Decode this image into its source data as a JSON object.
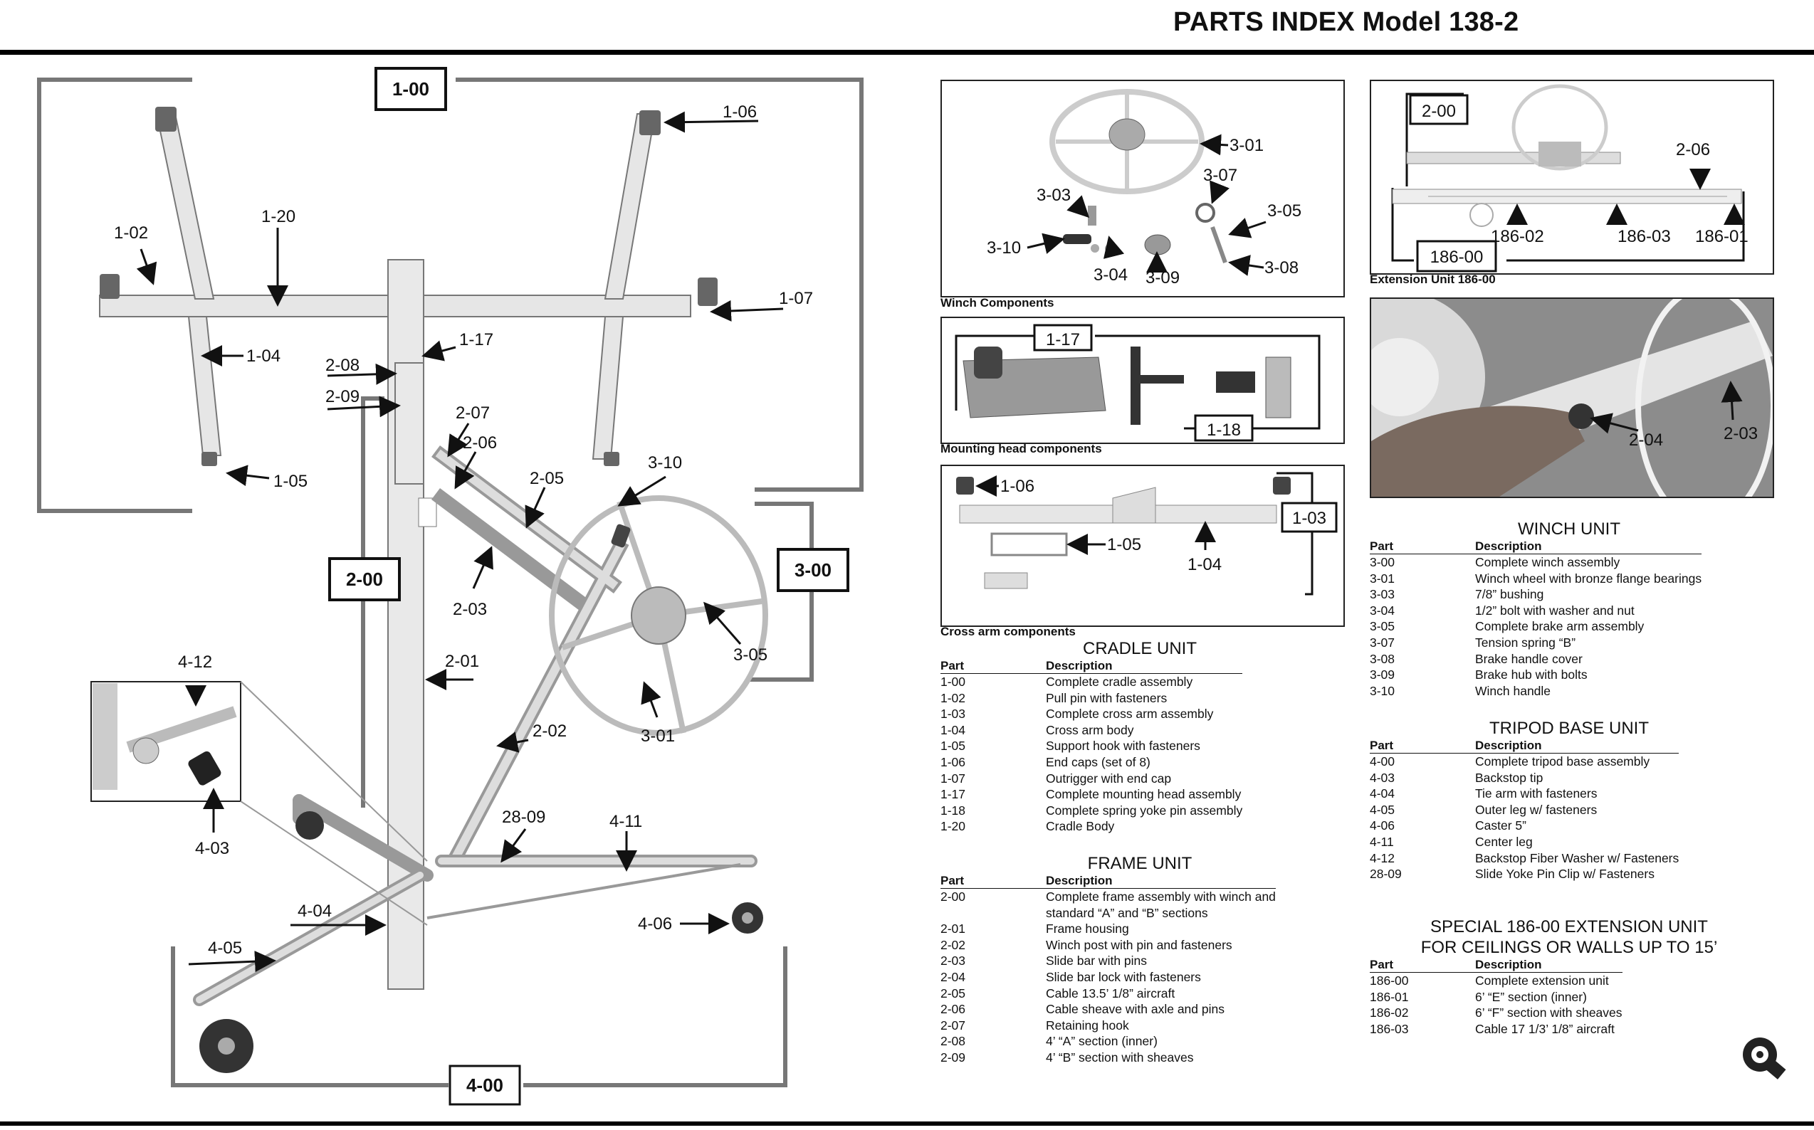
{
  "header": {
    "title": "PARTS INDEX Model 138-2"
  },
  "assembly": {
    "group_boxes": [
      "1-00",
      "2-00",
      "3-00",
      "4-00"
    ],
    "callouts": [
      "1-06",
      "1-20",
      "1-02",
      "1-07",
      "1-04",
      "1-17",
      "2-08",
      "2-09",
      "2-07",
      "2-06",
      "1-05",
      "2-05",
      "3-10",
      "2-03",
      "2-01",
      "3-05",
      "3-01",
      "2-02",
      "4-12",
      "4-03",
      "28-09",
      "4-11",
      "4-04",
      "4-06",
      "4-05"
    ]
  },
  "panels": {
    "winch": {
      "caption": "Winch Components",
      "callouts": [
        "3-01",
        "3-03",
        "3-07",
        "3-05",
        "3-10",
        "3-04",
        "3-09",
        "3-08"
      ]
    },
    "extension": {
      "caption": "Extension Unit 186-00",
      "callouts": [
        "2-00",
        "2-06",
        "186-02",
        "186-03",
        "186-01",
        "186-00"
      ]
    },
    "mounting": {
      "caption": "Mounting head components",
      "callouts": [
        "1-17",
        "1-18"
      ]
    },
    "detail": {
      "callouts": [
        "2-04",
        "2-03"
      ]
    },
    "crossarm": {
      "caption": "Cross arm components",
      "callouts": [
        "1-06",
        "1-05",
        "1-04",
        "1-03"
      ]
    }
  },
  "table_headers": {
    "part": "Part",
    "description": "Description"
  },
  "cradle_unit": {
    "title": "CRADLE UNIT",
    "rows": [
      [
        "1-00",
        "Complete cradle assembly"
      ],
      [
        "1-02",
        "Pull pin with fasteners"
      ],
      [
        "1-03",
        "Complete cross arm assembly"
      ],
      [
        "1-04",
        "Cross arm body"
      ],
      [
        "1-05",
        "Support hook with fasteners"
      ],
      [
        "1-06",
        "End caps (set of 8)"
      ],
      [
        "1-07",
        "Outrigger with end cap"
      ],
      [
        "1-17",
        "Complete mounting head assembly"
      ],
      [
        "1-18",
        "Complete spring yoke pin assembly"
      ],
      [
        "1-20",
        "Cradle Body"
      ]
    ]
  },
  "frame_unit": {
    "title": "FRAME UNIT",
    "rows": [
      [
        "2-00",
        "Complete frame assembly with winch and"
      ],
      [
        "",
        "standard “A” and “B” sections"
      ],
      [
        "2-01",
        "Frame housing"
      ],
      [
        "2-02",
        "Winch post with pin and fasteners"
      ],
      [
        "2-03",
        "Slide bar with pins"
      ],
      [
        "2-04",
        "Slide bar lock with fasteners"
      ],
      [
        "2-05",
        "Cable 13.5’ 1/8” aircraft"
      ],
      [
        "2-06",
        "Cable sheave with axle and pins"
      ],
      [
        "2-07",
        "Retaining hook"
      ],
      [
        "2-08",
        "4’ “A” section (inner)"
      ],
      [
        "2-09",
        "4’ “B” section with sheaves"
      ]
    ]
  },
  "winch_unit": {
    "title": "WINCH UNIT",
    "rows": [
      [
        "3-00",
        "Complete winch assembly"
      ],
      [
        "3-01",
        "Winch wheel with bronze flange bearings"
      ],
      [
        "3-03",
        "7/8” bushing"
      ],
      [
        "3-04",
        "1/2” bolt with washer and nut"
      ],
      [
        "3-05",
        "Complete brake arm assembly"
      ],
      [
        "3-07",
        "Tension spring “B”"
      ],
      [
        "3-08",
        "Brake handle cover"
      ],
      [
        "3-09",
        "Brake hub with bolts"
      ],
      [
        "3-10",
        "Winch handle"
      ]
    ]
  },
  "tripod_base_unit": {
    "title": "TRIPOD BASE UNIT",
    "rows": [
      [
        "4-00",
        "Complete tripod base assembly"
      ],
      [
        "4-03",
        "Backstop tip"
      ],
      [
        "4-04",
        "Tie arm with fasteners"
      ],
      [
        "4-05",
        "Outer leg w/ fasteners"
      ],
      [
        "4-06",
        "Caster 5”"
      ],
      [
        "4-11",
        "Center leg"
      ],
      [
        "4-12",
        "Backstop Fiber Washer w/ Fasteners"
      ],
      [
        "28-09",
        "Slide Yoke Pin Clip w/ Fasteners"
      ]
    ]
  },
  "special_extension": {
    "title_line1": "SPECIAL 186-00 EXTENSION UNIT",
    "title_line2": "FOR CEILINGS OR WALLS UP TO 15’",
    "rows": [
      [
        "186-00",
        "Complete extension unit"
      ],
      [
        "186-01",
        "6’ “E” section (inner)"
      ],
      [
        "186-02",
        "6’ “F” section with sheaves"
      ],
      [
        "186-03",
        "Cable 17 1/3’ 1/8” aircraft"
      ]
    ]
  }
}
